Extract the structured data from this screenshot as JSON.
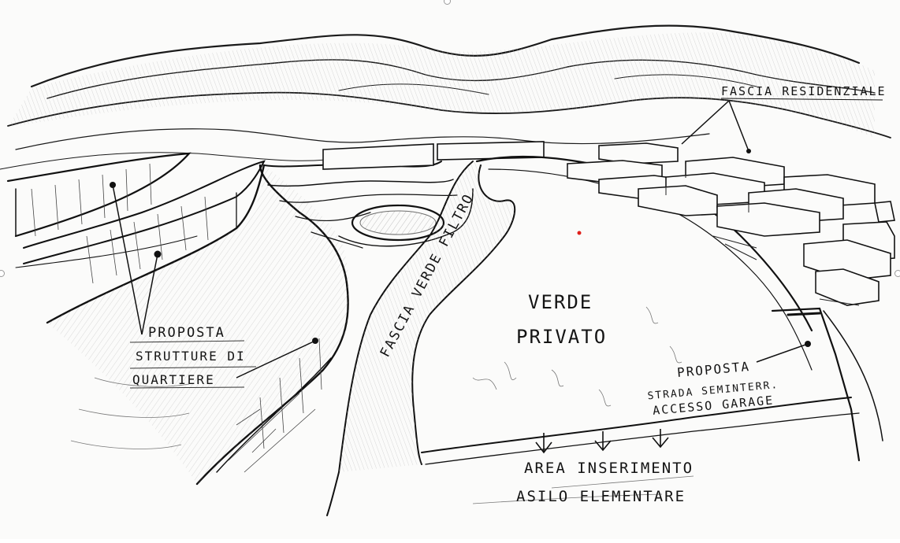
{
  "labels": {
    "fascia_residenziale": "FASCIA RESIDENZIALE",
    "fascia_verde_filtro": "FASCIA VERDE FILTRO",
    "verde": "VERDE",
    "privato": "PRIVATO",
    "proposta_strutture_1": "PROPOSTA",
    "proposta_strutture_2": "STRUTTURE DI",
    "proposta_strutture_3": "QUARTIERE",
    "proposta_strada_1": "PROPOSTA",
    "proposta_strada_2": "STRADA SEMINTERR.",
    "proposta_strada_3": "ACCESSO GARAGE",
    "area_1": "AREA INSERIMENTO",
    "area_2": "ASILO ELEMENTARE"
  },
  "colors": {
    "ink": "#141414",
    "paper": "#fbfbfa",
    "marker": "#e0201b"
  }
}
